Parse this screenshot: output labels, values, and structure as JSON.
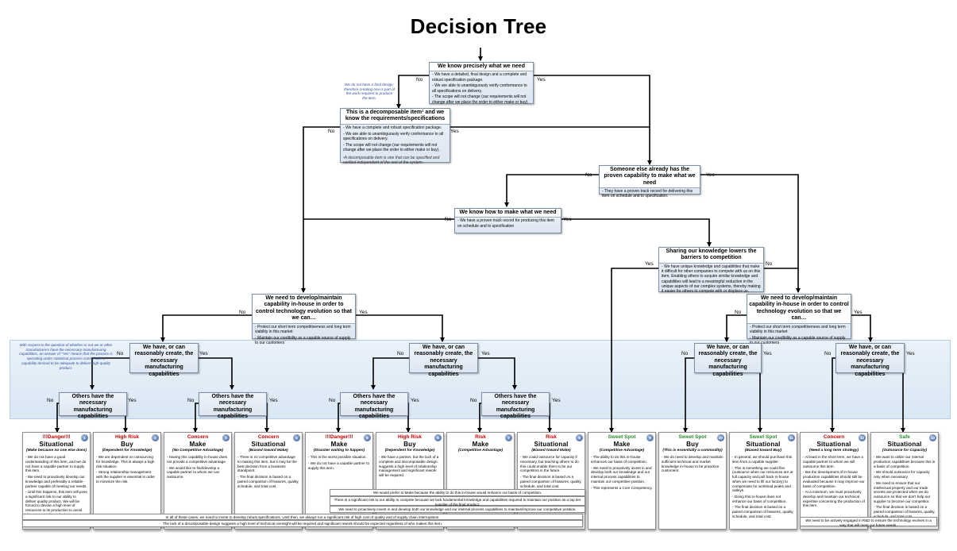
{
  "title": "Decision Tree",
  "colors": {
    "danger": "#cc0000",
    "high_risk": "#cc0000",
    "concern": "#cc0000",
    "risk": "#cc0000",
    "sweet_spot": "#2e8b2e",
    "safe": "#2e8b2e",
    "note_text": "#2d4f9a",
    "node_fill": "#dde6f1",
    "band_fill": "#dce8f4"
  },
  "edge_labels": {
    "yes": "Yes",
    "no": "No"
  },
  "nodes": {
    "n1": {
      "title": "We know precisely what we need",
      "bullets": [
        "We have a detailed, final design and a complete and robust specification package.",
        "We are able to unambiguously verify conformance to all specifications on delivery.",
        "The scope will not change (our requirements will not change after we place the order to either make or buy)."
      ]
    },
    "n2": {
      "title": "This is a decomposable item¹ and we know the requirements/specifications",
      "bullets": [
        "We have a complete and robust specification package.",
        "We are able to unambiguously verify conformance to all specifications on delivery.",
        "The scope will not change (our requirements will not change after we place the order to either make or buy)."
      ],
      "footnote": "¹A decomposable item is one that can be specified and verified independent of the rest of the system."
    },
    "n3": {
      "title": "Someone else already has the proven capability to make what we need",
      "bullets": [
        "They have a proven track record for delivering this item on schedule and to specification."
      ]
    },
    "n4": {
      "title": "We know how to make what we need",
      "bullets": [
        "We have a proven track record for producing this item on schedule and to specification"
      ]
    },
    "n5": {
      "title": "Sharing our knowledge lowers the barriers to competition",
      "bullets": [
        "We have unique knowledge and capabilities that make it difficult for other companies to compete with us on this item.  Enabling others to acquire similar knowledge and capabilities will lead to a meaningful reduction in the unique aspects of our complex systems, thereby making it easier for others to compete with or displace us."
      ]
    },
    "n6": {
      "title": "We need to develop/maintain capability in-house in order to control technology evolution so that we can…",
      "bullets": [
        "Protect our short term competitiveness and long term viability in this market",
        "Maintain our credibility as a capable source of supply to our customers"
      ]
    },
    "n7": {
      "title": "We need to develop/maintain capability in-house in order to control technology evolution so that we can…",
      "bullets": [
        "Protect our short term competitiveness and long term viability in this market",
        "Maintain our credibility as a capable source of supply to our customers"
      ]
    },
    "c1": {
      "title": "We have, or can reasonably create, the necessary manufacturing capabilities"
    },
    "c2": {
      "title": "We have, or can reasonably create, the necessary manufacturing capabilities"
    },
    "c3": {
      "title": "We have, or can reasonably create, the necessary manufacturing capabilities"
    },
    "c4": {
      "title": "We have, or can reasonably create, the necessary manufacturing capabilities"
    },
    "o1": {
      "title": "Others have the necessary manufacturing capabilities"
    },
    "o2": {
      "title": "Others have the necessary manufacturing capabilities"
    },
    "o3": {
      "title": "Others have the necessary manufacturing capabilities"
    },
    "o4": {
      "title": "Others have the necessary manufacturing capabilities"
    }
  },
  "notes": {
    "decomp": "We do not have a final design, therefore creating one is part of the work required to produce the item.",
    "band": "With respect to the question of whether or not we or other manufacturers have the necessary manufacturing capabilities, an answer of \"Yes\" means that the process is operating under statistical process control with a capability desired to be adequate to deliver high quality product."
  },
  "outcomes": [
    {
      "tag": "!!!Danger!!!",
      "name": "Situational",
      "sub": "(Make because no one else does)",
      "badge": "1",
      "tone": "red",
      "bullets": [
        "We do not have a good understanding of this item, and we do not have a capable partner to supply this item.",
        "We need to proactively develop our knowledge and preferably a reliable partner capable of meeting our needs.",
        "Until this happens, this item will pose a significant risk to our ability to deliver quality product.  We will be forced to devote a high level of resources to its production to avoid disaster regardless of whether we make or buy."
      ]
    },
    {
      "tag": "High Risk",
      "name": "Buy",
      "sub": "(Dependent for Knowledge)",
      "badge": "2",
      "tone": "red",
      "bullets": [
        "We are dependent on outsourcing for knowledge.  This is always a high risk situation.",
        "Strong relationship management with the supplier is essential in order to minimize the risk."
      ]
    },
    {
      "tag": "Concern",
      "name": "Make",
      "sub": "(No Competitive Advantage)",
      "badge": "3",
      "tone": "red",
      "bullets": [
        "Having this capability in-house does not provide a competitive advantage.",
        "We would like to find/develop a capable partner to whom we can outsource."
      ]
    },
    {
      "tag": "Concern",
      "name": "Situational",
      "sub": "(Biased toward Make)",
      "badge": "4",
      "tone": "red",
      "bullets": [
        "There is no competitive advantage to making this item, but it may be the best decision from a business standpoint.",
        "The final decision is based on a paired comparison of features, quality, schedule, and total cost."
      ]
    },
    {
      "tag": "!!!Danger!!!",
      "name": "Make",
      "sub": "(Disaster waiting to happen)",
      "badge": "5",
      "tone": "red",
      "bullets": [
        "This is the worst possible situation.",
        "We do not have a capable partner to supply this item."
      ]
    },
    {
      "tag": "High Risk",
      "name": "Buy",
      "sub": "(Dependent for Knowledge)",
      "badge": "6",
      "tone": "red",
      "bullets": [
        "We have a partner, but the lack of a complete and decomposable design suggests a high level of relationship management and significant rework will be required."
      ]
    },
    {
      "tag": "Risk",
      "name": "Make",
      "sub": "(Competitive Advantage)",
      "badge": "7",
      "tone": "red",
      "bullets": []
    },
    {
      "tag": "Risk",
      "name": "Situational",
      "sub": "(Biased toward Make)",
      "badge": "8",
      "tone": "red",
      "bullets": [
        "We could outsource for capacity if necessary, but teaching others to do this could enable them to be our competitors in the future.",
        "The final decision is based on a paired comparison of features, quality, schedule, and total cost."
      ]
    },
    {
      "tag": "Sweet Spot",
      "name": "Make",
      "sub": "(Competitive Advantage)",
      "badge": "9",
      "tone": "green",
      "bullets": [
        "The ability to do this in-house enhances our basis of competition.",
        "We need to proactively invest in and develop both our knowledge and our internal process capabilities to maintain our competitive position.",
        "This represents a Core Competency."
      ]
    },
    {
      "tag": "Sweet Spot",
      "name": "Buy",
      "sub": "(This is essentially a commodity)",
      "badge": "10",
      "tone": "green",
      "bullets": [
        "We do need to develop and maintain sufficient technical and market knowledge in-house to be proactive customers."
      ]
    },
    {
      "tag": "Sweet Spot",
      "name": "Situational",
      "sub": "(Biased toward Buy)",
      "badge": "11",
      "tone": "green",
      "bullets": [
        "In general, we should purchase this item from a capable supplier.",
        "This is something we could flex (outsource when our resources are at full capacity and pull back in-house when we need to fill our factory) to compensate for workload peaks and valleys.",
        "Doing this in-house does not enhance our basis of competition.",
        "The final decision is based on a paired comparison of features, quality, schedule, and total cost."
      ]
    },
    {
      "tag": "Concern",
      "name": "Situational",
      "sub": "(Need a long term strategy)",
      "badge": "12",
      "tone": "red",
      "bullets": [
        "At least in the short term, we have a capable partner to whom we will outsource this item.",
        "But the development of in-house production capabilities should still be evaluated because it may improve our basis of competition.",
        "At a minimum, we must proactively develop and maintain our technical expertise concerning the production of this item."
      ]
    },
    {
      "tag": "Safe",
      "name": "Situational",
      "sub": "(Outsource for Capacity)",
      "badge": "13",
      "tone": "green",
      "bullets": [
        "We want to utilize our internal production capabilities because this is a basis of competition.",
        "We should outsource for capacity only when necessary.",
        "We need to ensure that our intellectual property and our trade secrets are protected when we do outsource so that we don't help our supplier to become our competitor.",
        "The final decision is based on a paired comparison of features, quality, schedule, and total cost."
      ]
    }
  ],
  "bottom_notes": {
    "b1": "We would prefer to Make because the ability to do this in-house would enhance our basis of competition.",
    "b2": "There is a significant risk to our ability to compete because we lack fundamental knowledge and capabilities required to maintain our position as a top tier supplier of the final product.",
    "b3": "We need to proactively invest in and develop both our knowledge and our internal process capabilities to maintain/improve our competitive position.",
    "b4": "In all of these cases, we need to invest to develop robust specifications.  Until then, we always run a significant risk of high cost of quality and of supply chain interruptions.",
    "b5": "The lack of a decomposable design suggests a high level of technical oversight will be required and significant rework should be expected regardless of who makes this item.",
    "b6": "We need to be actively engaged in R&D to ensure the technology evolves in a way that will meet our future needs."
  }
}
